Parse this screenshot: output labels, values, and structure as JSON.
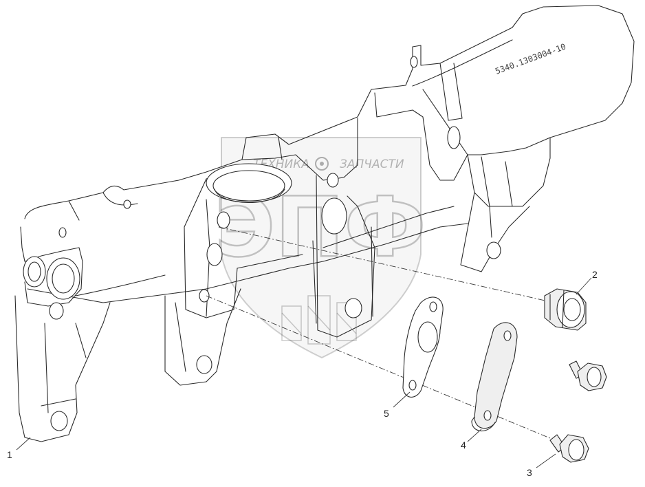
{
  "watermark": {
    "brand_left": "ТЕХНИКА",
    "brand_right": "ЗАПЧАСТИ",
    "logo_letters": "ЭПФ"
  },
  "part_number": "5340.1303004-10",
  "callouts": [
    {
      "id": "1",
      "label": "1"
    },
    {
      "id": "2",
      "label": "2"
    },
    {
      "id": "3",
      "label": "3"
    },
    {
      "id": "4",
      "label": "4"
    },
    {
      "id": "5",
      "label": "5"
    }
  ],
  "colors": {
    "line": "#2a2a2a",
    "background": "#ffffff"
  }
}
